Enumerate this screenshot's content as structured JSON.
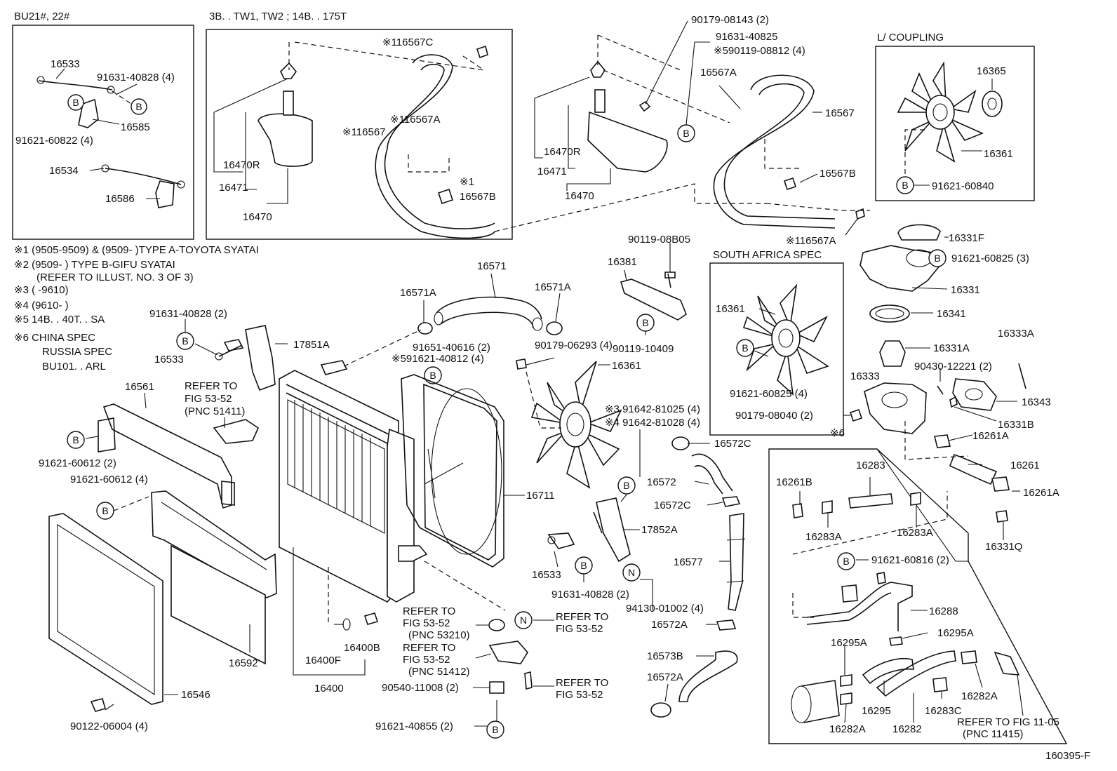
{
  "headers": {
    "box1": "BU21#, 22#",
    "box2": "3B. . TW1, TW2 ; 14B. . 175T",
    "coupling": "L/ COUPLING",
    "south_africa": "SOUTH AFRICA SPEC"
  },
  "notes": {
    "n1": "※1 (9505-9509) & (9509-         )TYPE A-TOYOTA SYATAI",
    "n2": "※2 (9509-         ) TYPE B-GIFU SYATAI",
    "n2b": "(REFER TO ILLUST. NO. 3 OF 3)",
    "n3": "※3 (         -9610)",
    "n4": "※4 (9610-         )",
    "n5": "※5 14B. . 40T. . SA",
    "n6": "※6 CHINA SPEC",
    "n6b": "RUSSIA SPEC",
    "n6c": "BU101. . ARL"
  },
  "symbols": {
    "b": "B",
    "n": "N"
  },
  "labels": {
    "l16533a": "16533",
    "l91631_40828_4": "91631-40828 (4)",
    "l16585": "16585",
    "l91621_60822": "91621-60822 (4)",
    "l16534": "16534",
    "l16586": "16586",
    "l16567c_1": "※116567C",
    "l16567a_1": "※116567A",
    "l16567_1": "※116567",
    "l1_mark": "※1",
    "l16567b_a": "16567B",
    "l16470r_a": "16470R",
    "l16471_a": "16471",
    "l16470_a": "16470",
    "l90179_08143": "90179-08143 (2)",
    "l91631_40825": "91631-40825",
    "l90119_08812": "※590119-08812 (4)",
    "l16567a_2": "16567A",
    "l16567_2": "16567",
    "l16567b_b": "16567B",
    "l16470r_b": "16470R",
    "l16471_b": "16471",
    "l16470_b": "16470",
    "l16567a_3": "※116567A",
    "l16365": "16365",
    "l16361_a": "16361",
    "l91621_60840": "91621-60840",
    "l90119_08b05": "90119-08B05",
    "l16381": "16381",
    "l90119_10409": "90119-10409",
    "l16331f": "16331F",
    "l91621_60825_3": "91621-60825 (3)",
    "l16331": "16331",
    "l16341": "16341",
    "l16361_b": "16361",
    "l91621_60825_4": "91621-60825 (4)",
    "l16571": "16571",
    "l16571a_a": "16571A",
    "l16571a_b": "16571A",
    "l91651_40616": "91651-40616 (2)",
    "l91621_40812": "※591621-40812 (4)",
    "l90179_06293": "90179-06293 (4)",
    "l16361_c": "16361",
    "l91642_81025": "※3 91642-81025 (4)",
    "l91642_81028": "※4 91642-81028 (4)",
    "l91631_40828_2": "91631-40828 (2)",
    "l16533_b": "16533",
    "l17851a": "17851A",
    "l16561": "16561",
    "refer_51411_a": "REFER TO",
    "refer_51411_b": "FIG 53-52",
    "refer_51411_c": "(PNC 51411)",
    "l91621_60612_2": "91621-60612 (2)",
    "l91621_60612_4": "91621-60612 (4)",
    "l16592": "16592",
    "l16546": "16546",
    "l90122_06004": "90122-06004 (4)",
    "l16711": "16711",
    "l16400f": "16400F",
    "l16400b": "16400B",
    "l16400": "16400",
    "refer_53210_a": "REFER TO",
    "refer_53210_b": "FIG 53-52",
    "refer_53210_c": "(PNC 53210)",
    "refer_51412_a": "REFER TO",
    "refer_51412_b": "FIG 53-52",
    "refer_51412_c": "(PNC 51412)",
    "refer_n_a": "REFER TO",
    "refer_n_b": "FIG 53-52",
    "refer_bolt_a": "REFER TO",
    "refer_bolt_b": "FIG 53-52",
    "l90540_11008": "90540-11008 (2)",
    "l91621_40855": "91621-40855 (2)",
    "l17852a": "17852A",
    "l16533_c": "16533",
    "l91631_40828_2b": "91631-40828 (2)",
    "l94130_01002": "94130-01002 (4)",
    "l16572c_a": "16572C",
    "l16572": "16572",
    "l16572c_b": "16572C",
    "l16577": "16577",
    "l16572a_a": "16572A",
    "l16573b": "16573B",
    "l16572a_b": "16572A",
    "l16331a": "16331A",
    "l16333a": "16333A",
    "l16333": "16333",
    "l90430_12221": "90430-12221 (2)",
    "l16343": "16343",
    "l90179_08040": "90179-08040 (2)",
    "l16331b": "16331B",
    "l6_mark": "※6",
    "l16261a_a": "16261A",
    "l16261": "16261",
    "l16261a_b": "16261A",
    "l16331q": "16331Q",
    "l16261b": "16261B",
    "l16283": "16283",
    "l16283a_a": "16283A",
    "l16283a_b": "16283A",
    "l91621_60816": "91621-60816 (2)",
    "l16288": "16288",
    "l16295a_a": "16295A",
    "l16295a_b": "16295A",
    "l16295": "16295",
    "l16282": "16282",
    "l16283c": "16283C",
    "l16282a_a": "16282A",
    "l16282a_b": "16282A",
    "refer_11415_a": "REFER TO FIG 11-05",
    "refer_11415_b": "(PNC 11415)",
    "figure_id": "160395-F"
  }
}
